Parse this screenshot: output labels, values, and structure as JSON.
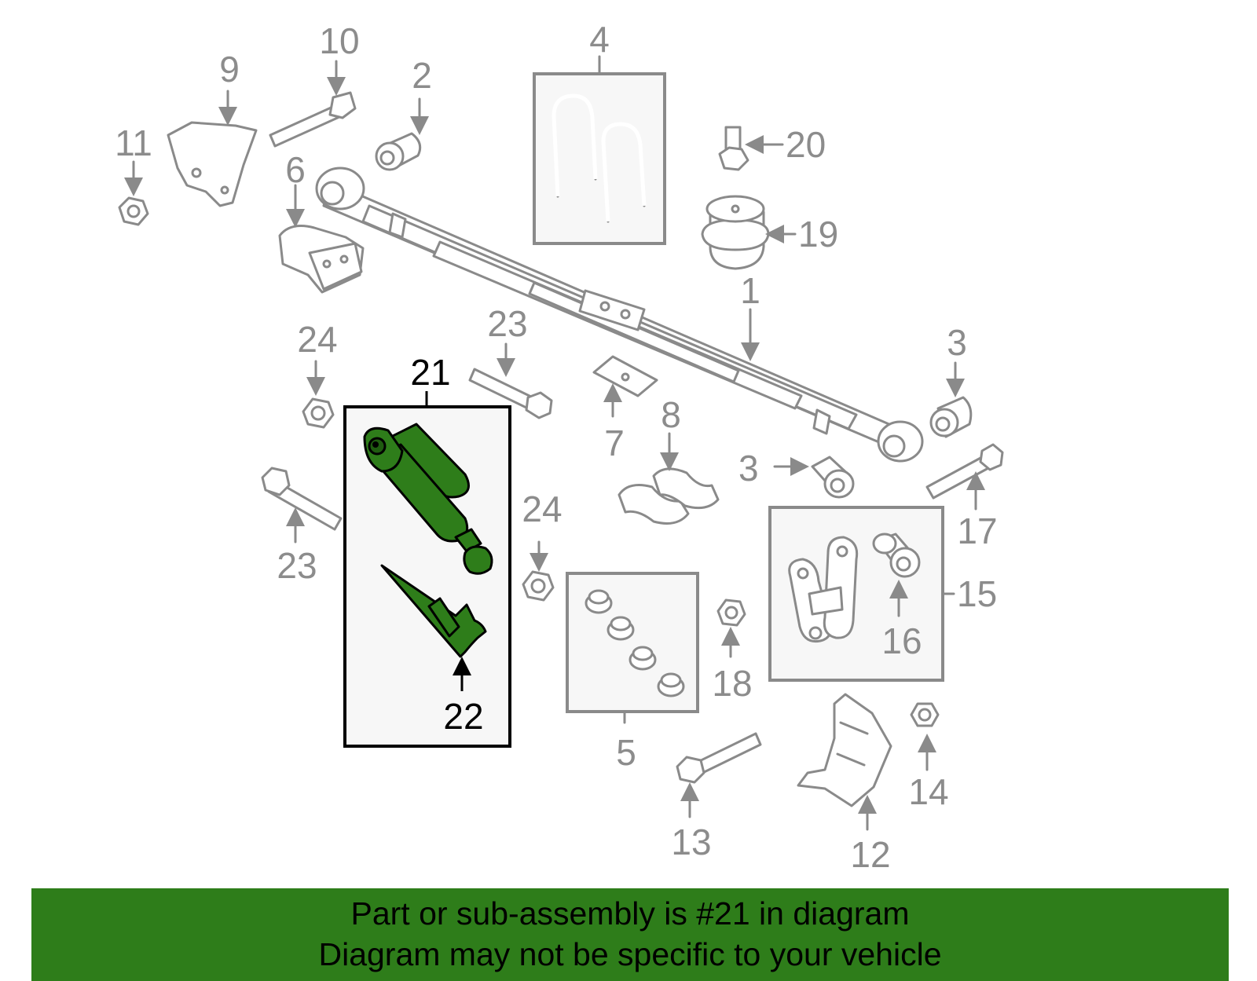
{
  "diagram": {
    "labels": {
      "l1": "1",
      "l2": "2",
      "l3a": "3",
      "l3b": "3",
      "l4": "4",
      "l5": "5",
      "l6": "6",
      "l7": "7",
      "l8": "8",
      "l9": "9",
      "l10": "10",
      "l11": "11",
      "l12": "12",
      "l13": "13",
      "l14": "14",
      "l15": "15",
      "l16": "16",
      "l17": "17",
      "l18": "18",
      "l19": "19",
      "l20": "20",
      "l21": "21",
      "l22": "22",
      "l23a": "23",
      "l23b": "23",
      "l24a": "24",
      "l24b": "24"
    },
    "highlight_color": "#2e7d1a",
    "label_color": "#8c8c8c"
  },
  "banner": {
    "line1": "Part or sub-assembly is #21 in diagram",
    "line2": "Diagram may not be specific to your vehicle",
    "background": "#2e7d1a"
  }
}
